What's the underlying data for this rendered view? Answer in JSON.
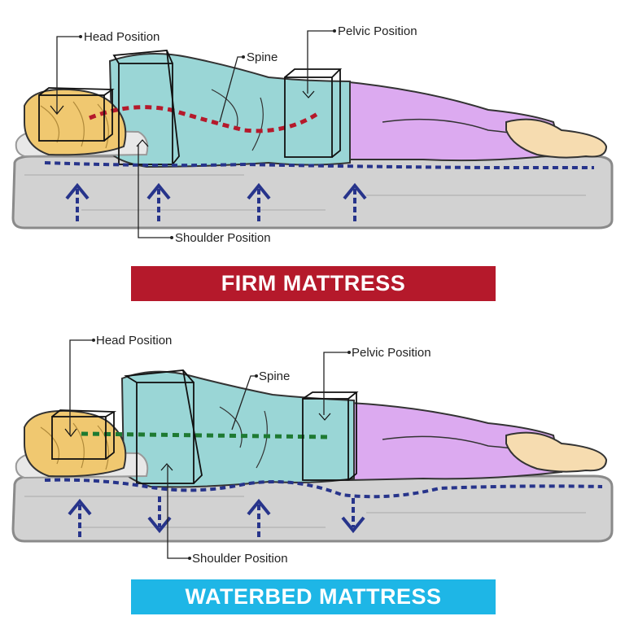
{
  "firm_panel": {
    "labels": {
      "head": "Head Position",
      "spine": "Spine",
      "pelvic": "Pelvic Position",
      "shoulder": "Shoulder Position"
    },
    "banner": "FIRM MATTRESS",
    "banner_color": "#b5192b",
    "spine_color": "#b5192b",
    "support_arrows": [
      "up",
      "up",
      "up",
      "up"
    ]
  },
  "waterbed_panel": {
    "labels": {
      "head": "Head Position",
      "spine": "Spine",
      "pelvic": "Pelvic Position",
      "shoulder": "Shoulder Position"
    },
    "banner": "WATERBED MATTRESS",
    "banner_color": "#1eb6e6",
    "spine_color": "#1e7a32",
    "support_arrows": [
      "up",
      "down",
      "up",
      "down"
    ]
  },
  "colors": {
    "mattress": "#d2d2d2",
    "mattress_outline": "#8a8a8a",
    "shirt": "#9ad6d6",
    "pants": "#dcaaf0",
    "hair": "#f0c870",
    "skin": "#f6dcb0",
    "arrow": "#27348b",
    "outline": "#333333"
  }
}
